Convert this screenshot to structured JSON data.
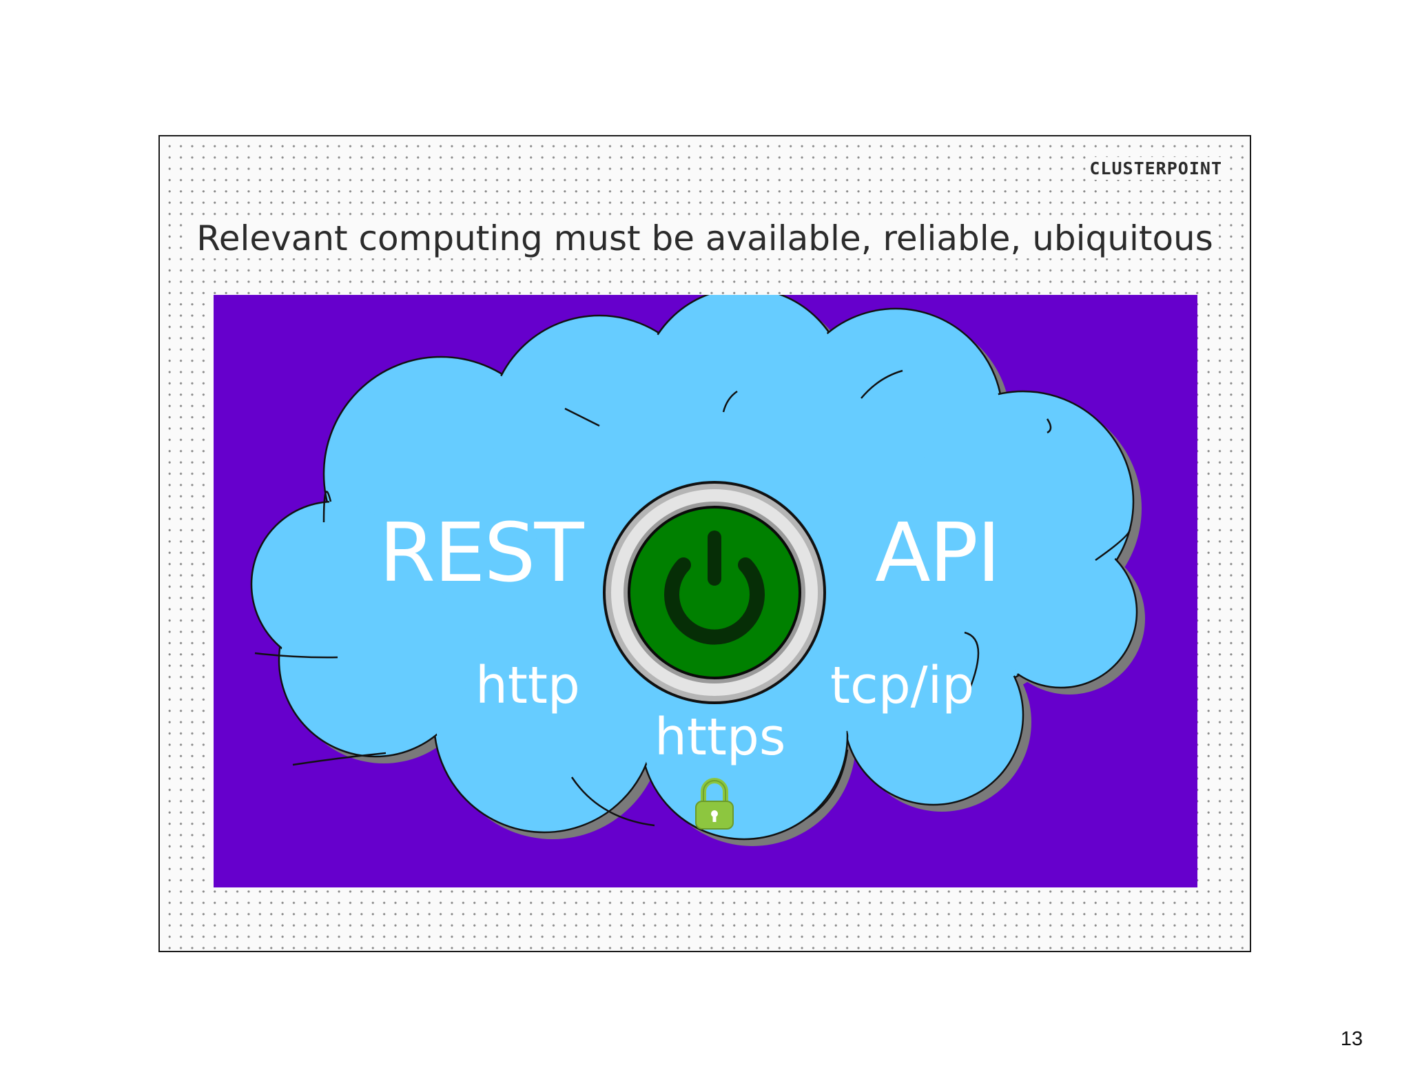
{
  "slide": {
    "brand": "CLUSTERPOINT",
    "headline": "Relevant computing must be available, reliable, ubiquitous",
    "page_number": "13"
  },
  "cloud": {
    "left_word": "REST",
    "right_word": "API",
    "protocol_left": "http",
    "protocol_right": "tcp/ip",
    "protocol_secure": "https"
  },
  "icons": [
    "power-button-icon",
    "padlock-icon"
  ],
  "colors": {
    "panel_background": "#6600cc",
    "cloud_fill": "#66ccff",
    "power_button_green": "#008000",
    "padlock_green": "#8dc63f",
    "text_on_cloud": "#ffffff"
  }
}
